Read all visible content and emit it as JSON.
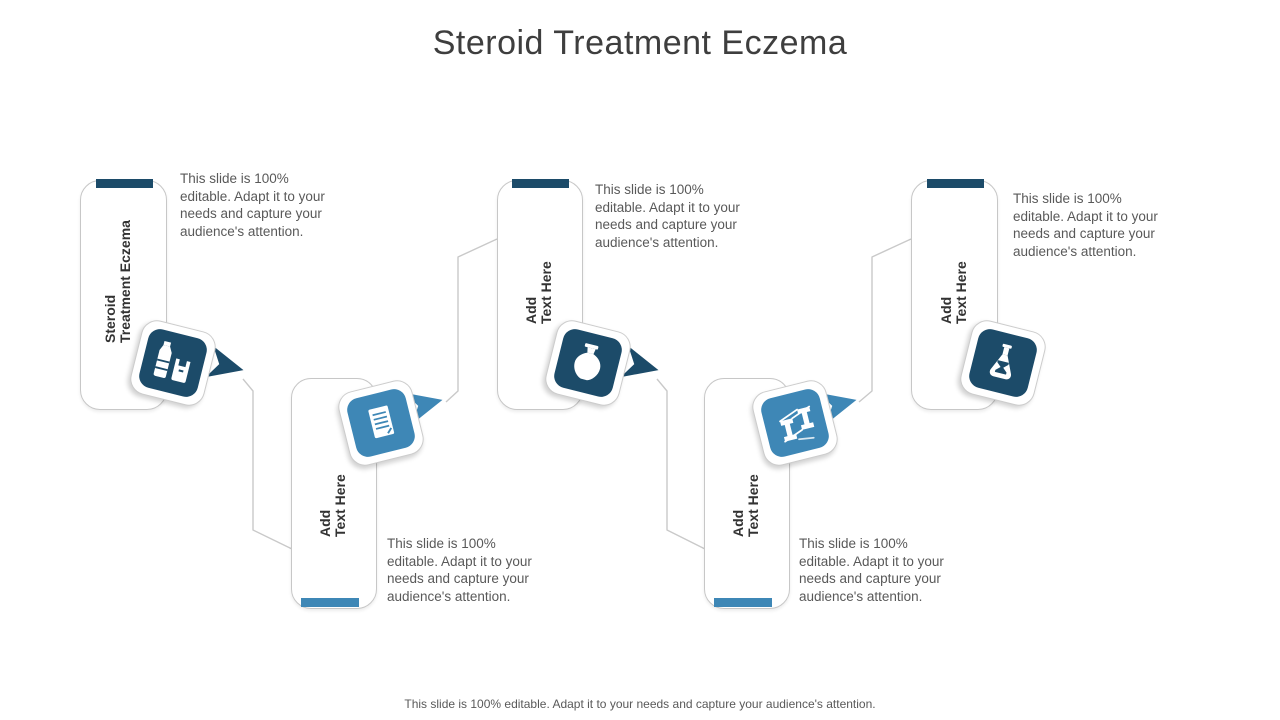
{
  "slide": {
    "title": "Steroid Treatment Eczema",
    "footer": "This slide is 100% editable. Adapt it to your needs and capture your audience's attention."
  },
  "colors": {
    "navy": "#1c4b69",
    "blue": "#3e87b6",
    "textgray": "#595959",
    "titlegray": "#3e3e3e",
    "labelgray": "#333333",
    "linegray": "#c9c9c9"
  },
  "steps": [
    {
      "label": "Steroid\nTreatment Eczema",
      "icon": "bottle-and-bag",
      "theme": "navy",
      "description": "This slide is 100%\neditable. Adapt it to your\nneeds and capture your\naudience's attention."
    },
    {
      "label": "Add\nText Here",
      "icon": "document-note",
      "theme": "blue",
      "description": "This slide is 100%\neditable. Adapt it to your\nneeds and capture your\naudience's attention."
    },
    {
      "label": "Add\nText Here",
      "icon": "vase",
      "theme": "navy",
      "description": "This slide is 100%\neditable. Adapt it to your\nneeds and capture your\naudience's attention."
    },
    {
      "label": "Add\nText Here",
      "icon": "steel-beam",
      "theme": "blue",
      "description": "This slide is 100%\neditable. Adapt it to your\nneeds and capture your\naudience's attention."
    },
    {
      "label": "Add\nText Here",
      "icon": "flask",
      "theme": "navy",
      "description": "This slide is 100%\neditable. Adapt it to your\nneeds and capture your\naudience's attention."
    }
  ]
}
